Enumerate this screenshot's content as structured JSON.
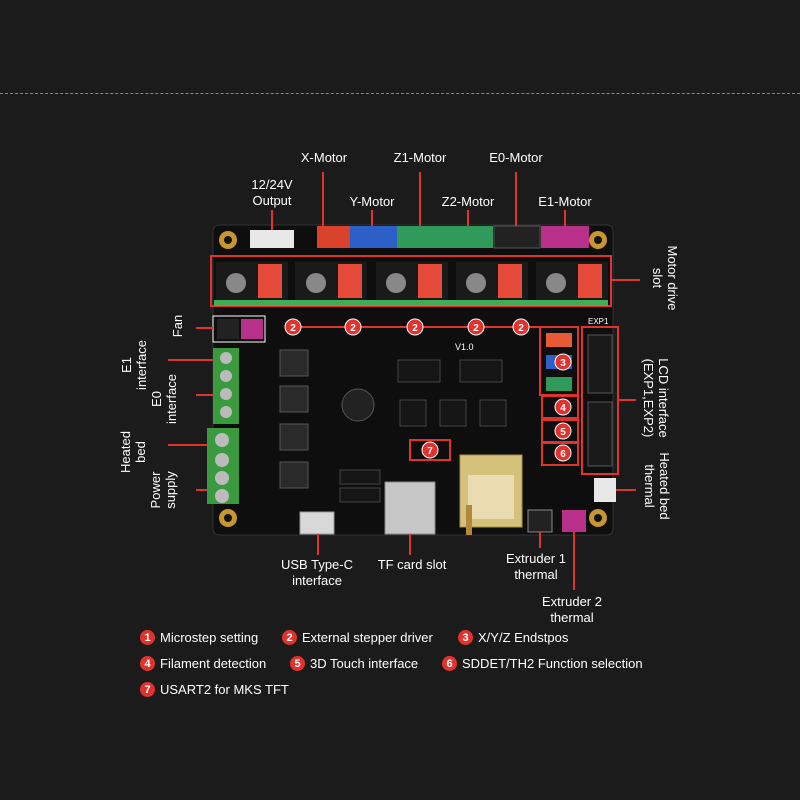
{
  "labels": {
    "output": "12/24V\nOutput",
    "x_motor": "X-Motor",
    "y_motor": "Y-Motor",
    "z1_motor": "Z1-Motor",
    "z2_motor": "Z2-Motor",
    "e0_motor": "E0-Motor",
    "e1_motor": "E1-Motor",
    "motor_drive_slot": "Motor drive\nslot",
    "fan": "Fan",
    "e1_interface": "E1\ninterface",
    "e0_interface": "E0\ninterface",
    "heated_bed": "Heated\nbed",
    "power_supply": "Power\nsupply",
    "lcd_interface": "LCD interface\n(EXP1,EXP2)",
    "heated_bed_thermal": "Heated bed\nthermal",
    "usb": "USB Type-C\ninterface",
    "tf": "TF card slot",
    "extruder1": "Extruder 1\nthermal",
    "extruder2": "Extruder 2\nthermal",
    "silk_v": "V1.0",
    "silk_exp1": "EXP1"
  },
  "legend": [
    {
      "num": "1",
      "text": "Microstep setting"
    },
    {
      "num": "2",
      "text": "External stepper driver"
    },
    {
      "num": "3",
      "text": "X/Y/Z Endstpos"
    },
    {
      "num": "4",
      "text": "Filament detection"
    },
    {
      "num": "5",
      "text": "3D Touch interface"
    },
    {
      "num": "6",
      "text": "SDDET/TH2 Function selection"
    },
    {
      "num": "7",
      "text": "USART2 for MKS TFT"
    }
  ],
  "colors": {
    "background": "#1b1b1b",
    "callout": "#e0332e",
    "pcb": "#0e0e0e",
    "terminal_green": "#4caf50"
  }
}
